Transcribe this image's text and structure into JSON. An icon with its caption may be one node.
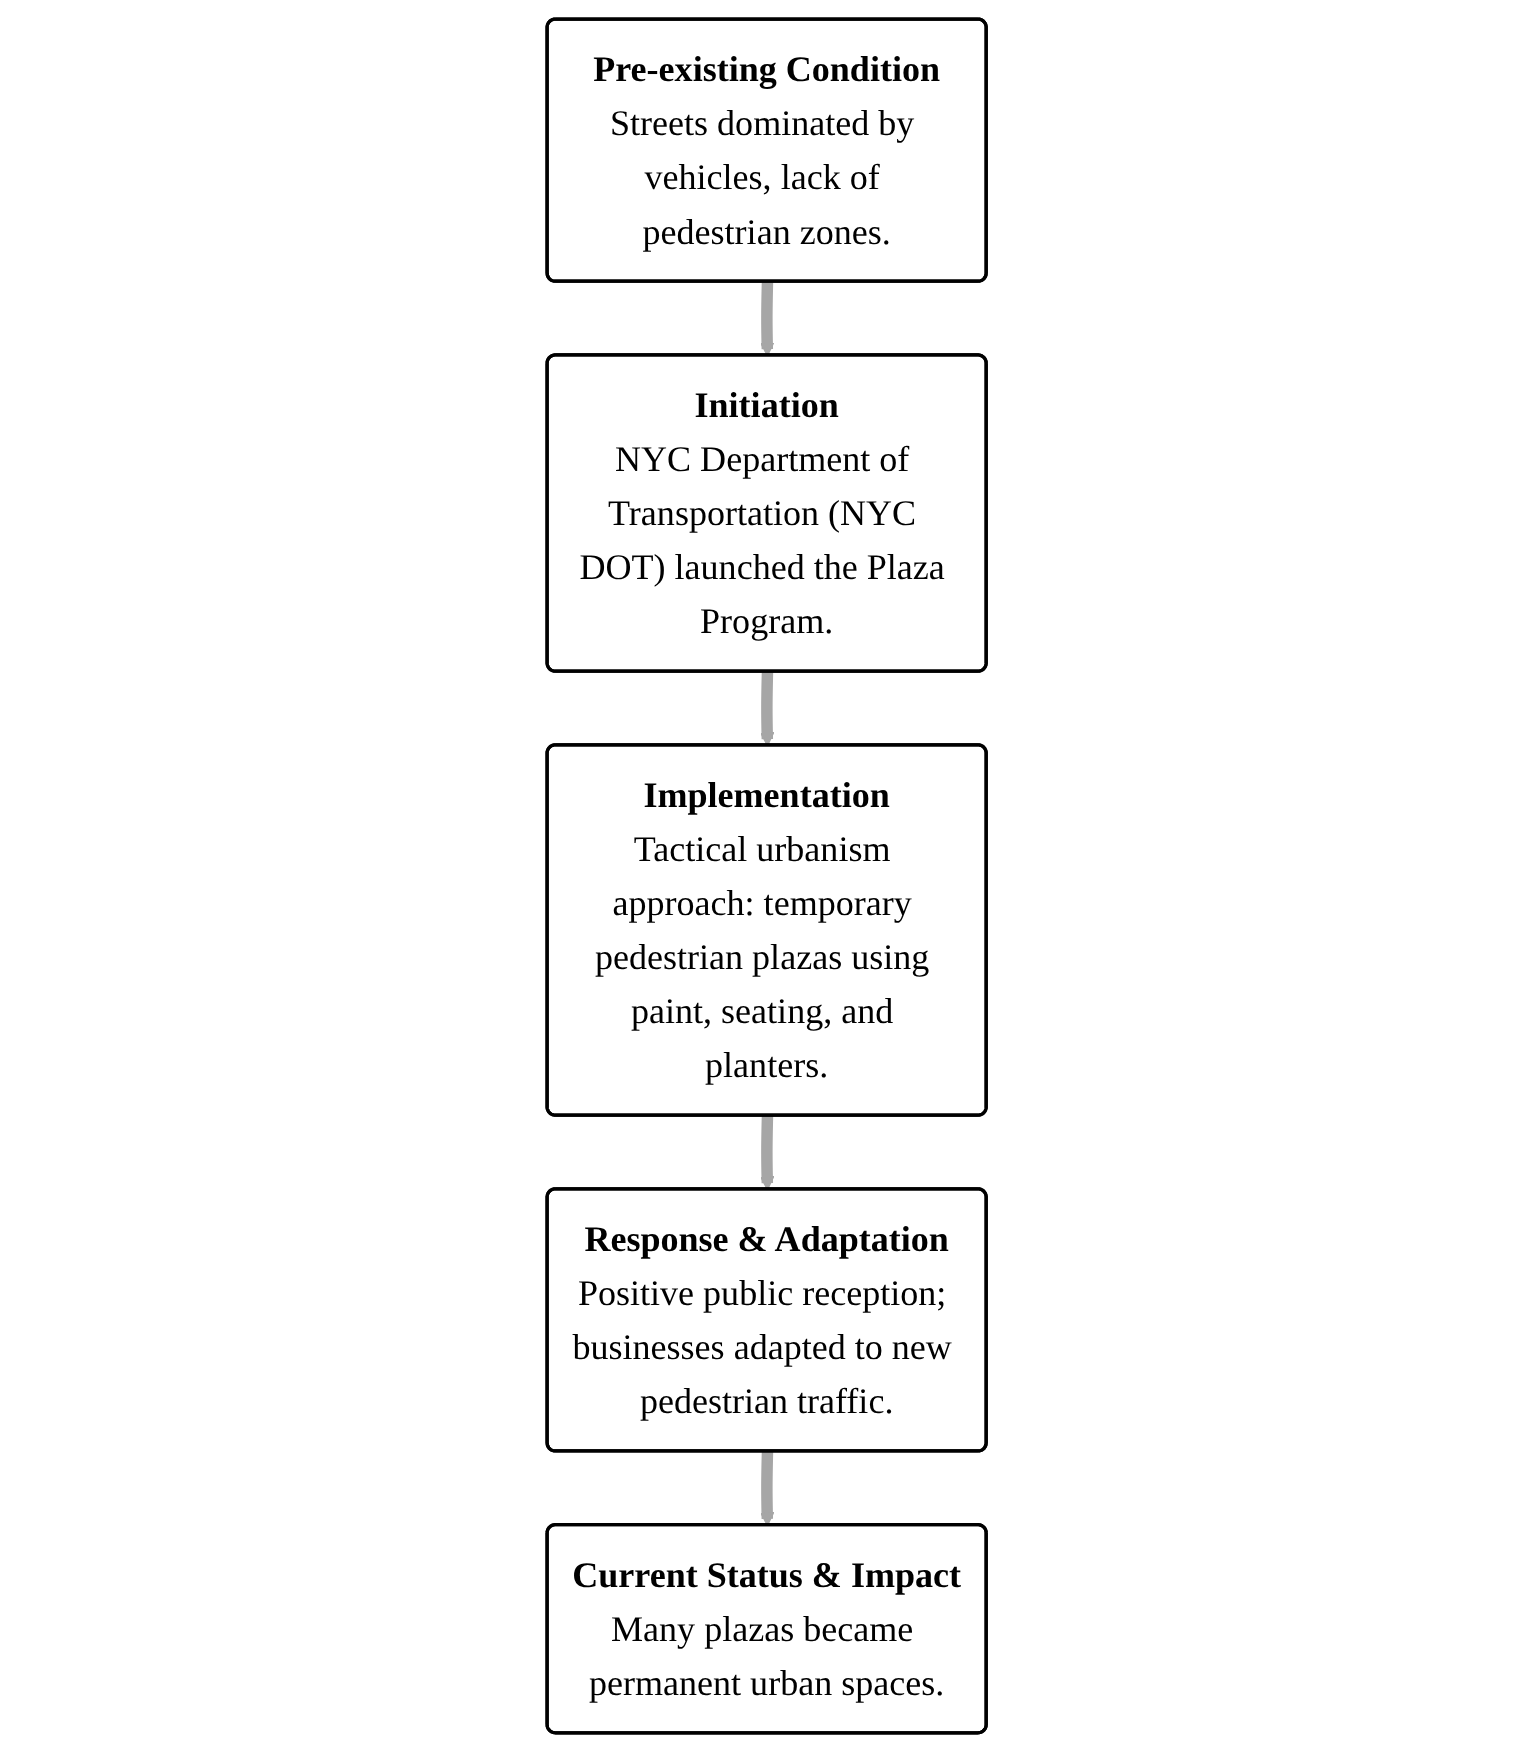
{
  "diagram": {
    "nodes": [
      {
        "text": [
          "Pre-existing Condition",
          "Streets dominated by vehicles, lack of pedestrian zones."
        ]
      },
      {
        "text": [
          "Initiation",
          "NYC Department of Transportation (NYC DOT) launched the Plaza Program."
        ]
      },
      {
        "text": [
          "Implementation",
          "Tactical urbanism approach: temporary pedestrian plazas using paint, seating, and planters."
        ]
      },
      {
        "text": [
          "Response & Adaptation",
          "Positive public reception; businesses adapted to new pedestrian traffic."
        ]
      },
      {
        "text": [
          "Current Status & Impact",
          "Many plazas became permanent urban spaces."
        ]
      }
    ],
    "edges": [
      {
        "from": 0,
        "to": 1,
        "arrow": "to"
      },
      {
        "from": 1,
        "to": 2,
        "arrow": "to"
      },
      {
        "from": 2,
        "to": 3,
        "arrow": "to"
      },
      {
        "from": 3,
        "to": 4,
        "arrow": "to"
      }
    ]
  }
}
